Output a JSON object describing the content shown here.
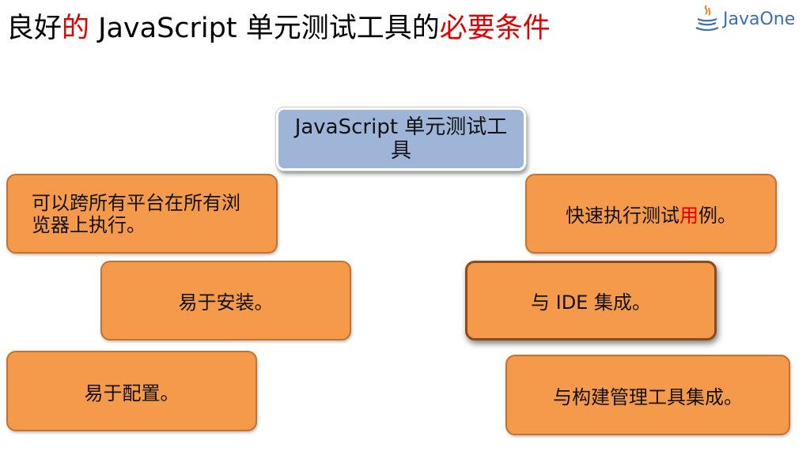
{
  "title": {
    "part1": "良好",
    "part2": "的",
    "part3": " JavaScript 单元测试工具的",
    "part4": "必要条件"
  },
  "logo": {
    "text": "JavaOne",
    "icon": "java-cup-icon"
  },
  "diagram": {
    "center": "JavaScript 单元测试工具",
    "items": {
      "cross_platform": "可以跨所有平台在所有浏览器上执行。",
      "fast_exec_a": "快速执行测试",
      "fast_exec_b": "用",
      "fast_exec_c": "例。",
      "easy_install": "易于安装。",
      "ide_integration": "与 IDE 集成。",
      "easy_config": "易于配置。",
      "build_integration": "与构建管理工具集成。"
    }
  },
  "colors": {
    "title_highlight": "#e00000",
    "center_fill": "#9fb5d8",
    "box_fill": "#f59a4a",
    "box_border": "#c27232",
    "logo_text": "#3b6fb5"
  }
}
